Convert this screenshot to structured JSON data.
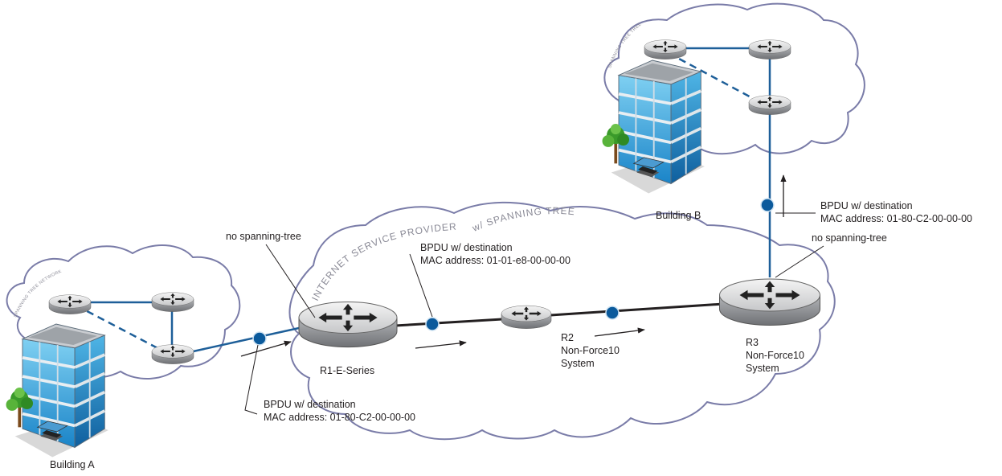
{
  "labels": {
    "building_a": "Building A",
    "building_b": "Building B",
    "cloud_a_title": "SPANNING TREE NETWORK",
    "cloud_b_title": "SPANNING TREE TREE",
    "isp_title_1": "INTERNET SERVICE PROVIDER",
    "isp_title_2": "w/ SPANNING TREE",
    "no_stp_left": "no spanning-tree",
    "no_stp_right": "no spanning-tree",
    "bpdu_top_line1": "BPDU w/ destination",
    "bpdu_top_line2": "MAC address: 01-01-e8-00-00-00",
    "bpdu_bottom_line1": "BPDU w/ destination",
    "bpdu_bottom_line2": "MAC address: 01-80-C2-00-00-00",
    "bpdu_right_line1": "BPDU w/ destination",
    "bpdu_right_line2": "MAC address: 01-80-C2-00-00-00",
    "r1": "R1-E-Series",
    "r2_line1": "R2",
    "r2_line2": "Non-Force10",
    "r2_line3": "System",
    "r3_line1": "R3",
    "r3_line2": "Non-Force10",
    "r3_line3": "System"
  },
  "colors": {
    "link_blue": "#1e5f99",
    "packet_dot": "#0b5a9c",
    "cloud_outline": "#7a7ca8",
    "main_link": "#231f20",
    "router_body": "#b9bbbd"
  }
}
